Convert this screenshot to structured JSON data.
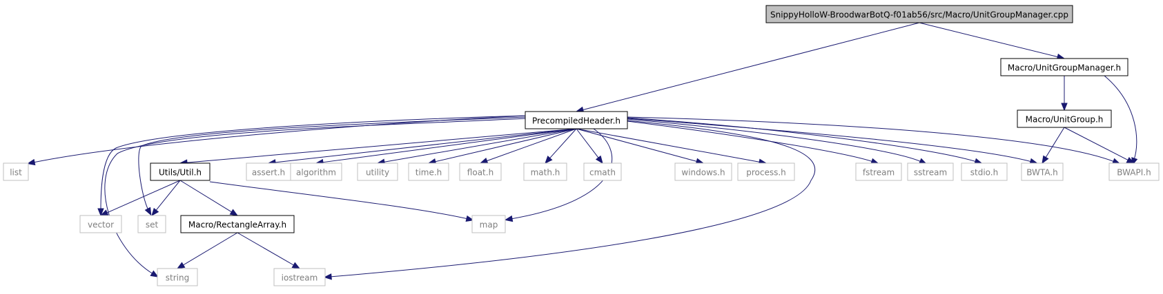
{
  "diagram": {
    "type": "include-dependency-graph",
    "colors": {
      "edge": "#191970",
      "root_fill": "#bfbfbf",
      "root_stroke": "#000000",
      "documented_stroke": "#000000",
      "external_stroke": "#bfbfbf",
      "external_text": "#7f7f7f",
      "documented_text": "#000000"
    },
    "nodes": [
      {
        "id": "root",
        "label": "SnippyHolloW-BroodwarBotQ-f01ab56/src/Macro/UnitGroupManager.cpp",
        "kind": "root"
      },
      {
        "id": "ugm",
        "label": "Macro/UnitGroupManager.h",
        "kind": "documented"
      },
      {
        "id": "pch",
        "label": "PrecompiledHeader.h",
        "kind": "documented"
      },
      {
        "id": "ug",
        "label": "Macro/UnitGroup.h",
        "kind": "documented"
      },
      {
        "id": "list",
        "label": "list",
        "kind": "external"
      },
      {
        "id": "util",
        "label": "Utils/Util.h",
        "kind": "documented"
      },
      {
        "id": "assert",
        "label": "assert.h",
        "kind": "external"
      },
      {
        "id": "algorithm",
        "label": "algorithm",
        "kind": "external"
      },
      {
        "id": "utility",
        "label": "utility",
        "kind": "external"
      },
      {
        "id": "time",
        "label": "time.h",
        "kind": "external"
      },
      {
        "id": "float",
        "label": "float.h",
        "kind": "external"
      },
      {
        "id": "math",
        "label": "math.h",
        "kind": "external"
      },
      {
        "id": "cmath",
        "label": "cmath",
        "kind": "external"
      },
      {
        "id": "windows",
        "label": "windows.h",
        "kind": "external"
      },
      {
        "id": "process",
        "label": "process.h",
        "kind": "external"
      },
      {
        "id": "fstream",
        "label": "fstream",
        "kind": "external"
      },
      {
        "id": "sstream",
        "label": "sstream",
        "kind": "external"
      },
      {
        "id": "stdio",
        "label": "stdio.h",
        "kind": "external"
      },
      {
        "id": "bwta",
        "label": "BWTA.h",
        "kind": "external"
      },
      {
        "id": "bwapi",
        "label": "BWAPI.h",
        "kind": "external"
      },
      {
        "id": "vector",
        "label": "vector",
        "kind": "external"
      },
      {
        "id": "set",
        "label": "set",
        "kind": "external"
      },
      {
        "id": "map",
        "label": "map",
        "kind": "external"
      },
      {
        "id": "rect",
        "label": "Macro/RectangleArray.h",
        "kind": "documented"
      },
      {
        "id": "string",
        "label": "string",
        "kind": "external"
      },
      {
        "id": "iostream",
        "label": "iostream",
        "kind": "external"
      }
    ],
    "edges": [
      {
        "from": "root",
        "to": "pch"
      },
      {
        "from": "root",
        "to": "ugm"
      },
      {
        "from": "ugm",
        "to": "ug"
      },
      {
        "from": "ugm",
        "to": "bwapi"
      },
      {
        "from": "ug",
        "to": "bwta"
      },
      {
        "from": "ug",
        "to": "bwapi"
      },
      {
        "from": "pch",
        "to": "list"
      },
      {
        "from": "pch",
        "to": "util"
      },
      {
        "from": "pch",
        "to": "assert"
      },
      {
        "from": "pch",
        "to": "algorithm"
      },
      {
        "from": "pch",
        "to": "utility"
      },
      {
        "from": "pch",
        "to": "time"
      },
      {
        "from": "pch",
        "to": "float"
      },
      {
        "from": "pch",
        "to": "math"
      },
      {
        "from": "pch",
        "to": "cmath"
      },
      {
        "from": "pch",
        "to": "windows"
      },
      {
        "from": "pch",
        "to": "process"
      },
      {
        "from": "pch",
        "to": "fstream"
      },
      {
        "from": "pch",
        "to": "sstream"
      },
      {
        "from": "pch",
        "to": "stdio"
      },
      {
        "from": "pch",
        "to": "bwta"
      },
      {
        "from": "pch",
        "to": "bwapi"
      },
      {
        "from": "pch",
        "to": "vector"
      },
      {
        "from": "pch",
        "to": "set"
      },
      {
        "from": "pch",
        "to": "map"
      },
      {
        "from": "pch",
        "to": "string"
      },
      {
        "from": "pch",
        "to": "iostream"
      },
      {
        "from": "util",
        "to": "vector"
      },
      {
        "from": "util",
        "to": "set"
      },
      {
        "from": "util",
        "to": "map"
      },
      {
        "from": "util",
        "to": "rect"
      },
      {
        "from": "rect",
        "to": "string"
      },
      {
        "from": "rect",
        "to": "iostream"
      }
    ]
  }
}
